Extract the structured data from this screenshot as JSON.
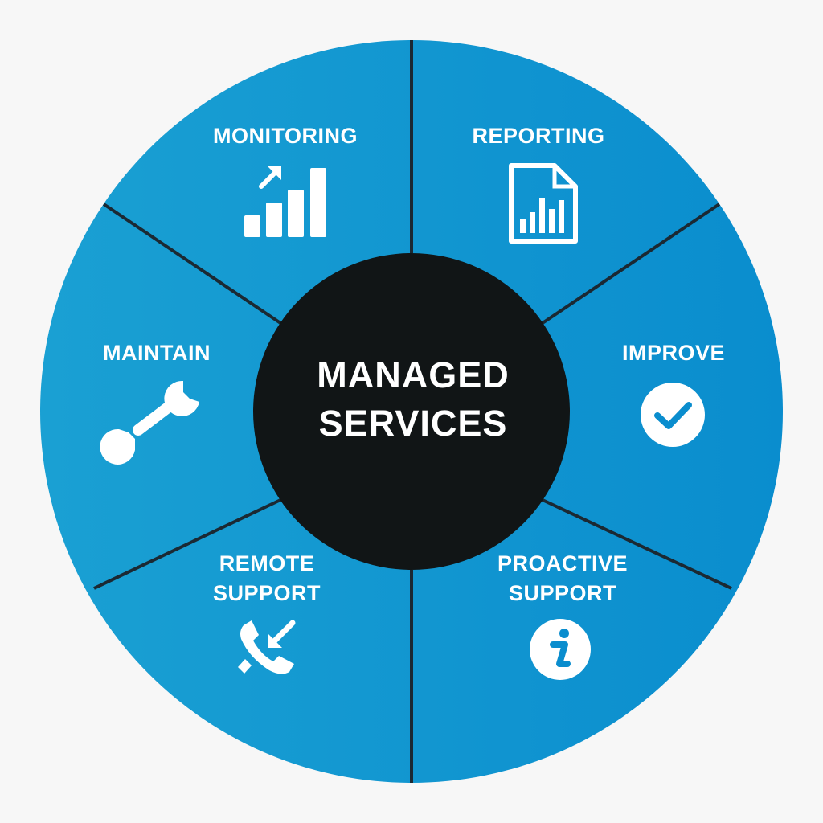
{
  "center": {
    "line1": "MANAGED",
    "line2": "SERVICES"
  },
  "segments": [
    {
      "label": "MONITORING",
      "icon": "bar-chart-up-icon"
    },
    {
      "label": "REPORTING",
      "icon": "report-document-icon"
    },
    {
      "label": "IMPROVE",
      "icon": "checkmark-circle-icon"
    },
    {
      "label_line1": "PROACTIVE",
      "label_line2": "SUPPORT",
      "icon": "info-icon"
    },
    {
      "label_line1": "REMOTE",
      "label_line2": "SUPPORT",
      "icon": "phone-incoming-icon"
    },
    {
      "label": "MAINTAIN",
      "icon": "wrench-icon"
    }
  ],
  "colors": {
    "blue": "#0a8fd0",
    "blue_left": "#1a9fd3",
    "center": "#111516",
    "divider": "#1b2933"
  }
}
